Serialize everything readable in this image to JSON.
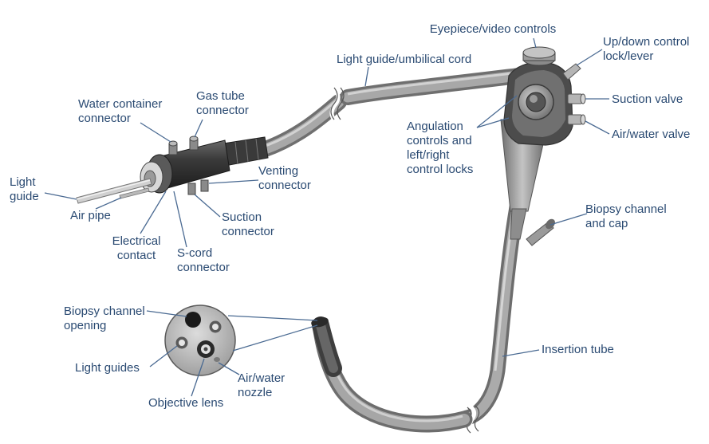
{
  "diagram": {
    "colors": {
      "label": "#2a4a72",
      "leader": "#4a6a92",
      "tube_light": "#a9a9a9",
      "tube_mid": "#8d8d8d",
      "tube_dark": "#5a5a5a"
    },
    "labels": {
      "eyepiece": "Eyepiece/video controls",
      "updown": "Up/down control\nlock/lever",
      "light_guide_cord": "Light guide/umbilical cord",
      "suction_valve": "Suction valve",
      "air_water_valve": "Air/water valve",
      "angulation": "Angulation\ncontrols and\nleft/right\ncontrol locks",
      "water_container": "Water container\nconnector",
      "gas_tube": "Gas tube\nconnector",
      "venting": "Venting\nconnector",
      "light_guide": "Light\nguide",
      "air_pipe": "Air pipe",
      "suction_connector": "Suction\nconnector",
      "electrical": "Electrical\ncontact",
      "scord": "S-cord\nconnector",
      "biopsy_cap": "Biopsy channel\nand cap",
      "biopsy_opening": "Biopsy channel\nopening",
      "insertion_tube": "Insertion tube",
      "light_guides": "Light guides",
      "air_water_nozzle": "Air/water\nnozzle",
      "objective_lens": "Objective lens"
    }
  }
}
